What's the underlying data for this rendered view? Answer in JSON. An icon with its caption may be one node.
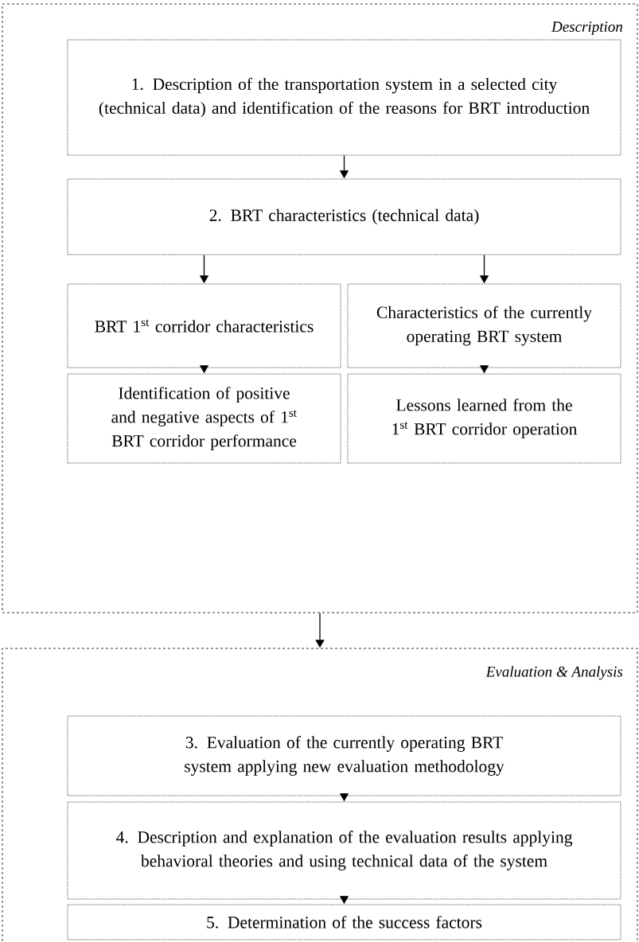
{
  "diagram": {
    "nodes": [
      {
        "text": [
          "Description"
        ]
      },
      {
        "text": [
          "1. Description of the transportation system in a selected city (technical data) and identification of the reasons for BRT introduction"
        ],
        "in": 0
      },
      {
        "text": [
          "2. BRT characteristics (technical data)"
        ],
        "in": 0
      },
      {
        "text": [
          "BRT 1$^{st}$ corridor characteristics"
        ],
        "in": 0
      },
      {
        "text": [
          "Characteristics of the currently operating BRT system"
        ],
        "in": 0
      },
      {
        "text": [
          "Identification of positive and negative aspects of 1$^{st}$ BRT corridor performance"
        ],
        "in": 0
      },
      {
        "text": [
          "Lessons learned from the 1$^{st}$ BRT corridor operation"
        ],
        "in": 0
      },
      {
        "text": [
          "Evaluation & Analysis"
        ]
      },
      {
        "text": [
          "3. Evaluation of the currently operating BRT system applying new evaluation methodology"
        ],
        "in": 7
      },
      {
        "text": [
          "4. Description and explanation of the evaluation results applying behavioral theories and using technical data of the system"
        ],
        "in": 7
      },
      {
        "text": [
          "5. Determination of the success factors"
        ],
        "in": 7
      }
    ],
    "edges": [
      {
        "from": 1,
        "to": 2,
        "arrow": "to"
      },
      {
        "from": 2,
        "to": 3,
        "arrow": "to"
      },
      {
        "from": 2,
        "to": 4,
        "arrow": "to"
      },
      {
        "from": 3,
        "to": 5,
        "arrow": "to"
      },
      {
        "from": 4,
        "to": 6,
        "arrow": "to"
      },
      {
        "from": 0,
        "to": 7,
        "arrow": "to"
      },
      {
        "from": 8,
        "to": 9,
        "arrow": "to"
      },
      {
        "from": 9,
        "to": 10,
        "arrow": "to"
      }
    ]
  }
}
